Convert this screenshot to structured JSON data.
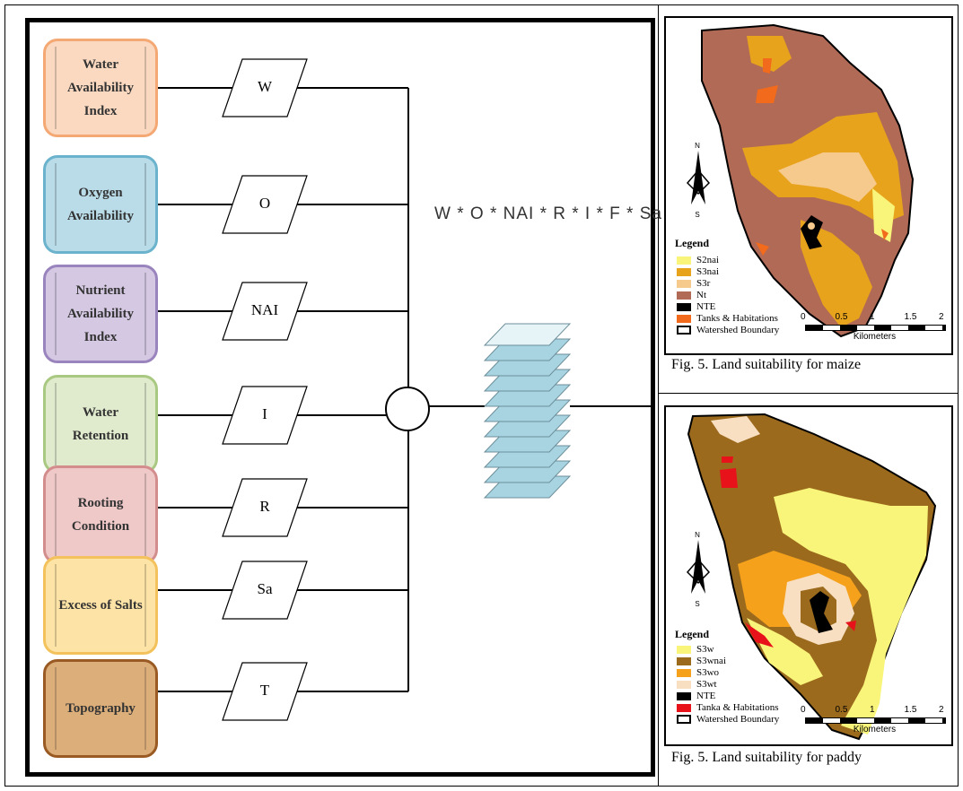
{
  "diagram": {
    "factors": [
      {
        "label": "Water Availability Index",
        "code": "W",
        "color": "#fbd9c0",
        "border": "#f4a874"
      },
      {
        "label": "Oxygen Availability",
        "code": "O",
        "color": "#b9dce8",
        "border": "#6bb3cc"
      },
      {
        "label": "Nutrient Availability Index",
        "code": "NAI",
        "color": "#d5c8e2",
        "border": "#9a84bd"
      },
      {
        "label": "Water Retention",
        "code": "I",
        "color": "#e0ebcd",
        "border": "#a9c982"
      },
      {
        "label": "Rooting Condition",
        "code": "R",
        "color": "#efc8c8",
        "border": "#d48d8d"
      },
      {
        "label": "Excess of Salts",
        "code": "Sa",
        "color": "#fde3a6",
        "border": "#f3c25c"
      },
      {
        "label": "Topography",
        "code": "T",
        "color": "#dcae7a",
        "border": "#9a5a24"
      }
    ],
    "formula": "W * O * NAI * R * I * F * Sa * T"
  },
  "maps": [
    {
      "caption": "Fig. 5. Land suitability for maize",
      "legend_title": "Legend",
      "legend": [
        {
          "label": "S2nai",
          "color": "#f9f57a"
        },
        {
          "label": "S3nai",
          "color": "#e8a31c"
        },
        {
          "label": "S3r",
          "color": "#f6c98c"
        },
        {
          "label": "Nt",
          "color": "#b06a56"
        },
        {
          "label": "NTE",
          "color": "#000000"
        },
        {
          "label": "Tanks & Habitations",
          "color": "#f26a1b"
        },
        {
          "label": "Watershed Boundary",
          "color": "outline"
        }
      ],
      "north": "N",
      "south": "S",
      "scale_ticks": [
        "0",
        "0.5",
        "1",
        "1.5",
        "2"
      ],
      "scale_unit": "Kilometers"
    },
    {
      "caption": "Fig. 5. Land suitability for paddy",
      "legend_title": "Legend",
      "legend": [
        {
          "label": "S3w",
          "color": "#f9f57a"
        },
        {
          "label": "S3wnai",
          "color": "#9b6a1c"
        },
        {
          "label": "S3wo",
          "color": "#f5a11c"
        },
        {
          "label": "S3wt",
          "color": "#f8dfc2"
        },
        {
          "label": "NTE",
          "color": "#000000"
        },
        {
          "label": "Tanka & Habitations",
          "color": "#e8121b"
        },
        {
          "label": "Watershed Boundary",
          "color": "outline"
        }
      ],
      "north": "N",
      "south": "S",
      "scale_ticks": [
        "0",
        "0.5",
        "1",
        "1.5",
        "2"
      ],
      "scale_unit": "Kilometers"
    }
  ]
}
